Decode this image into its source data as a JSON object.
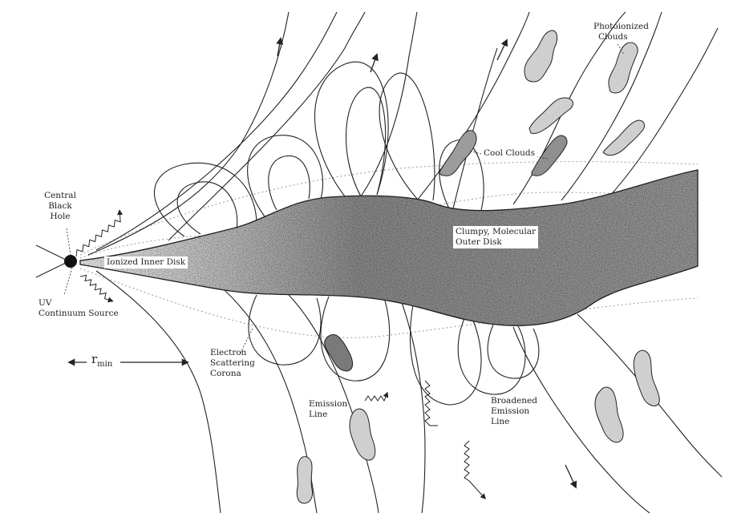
{
  "labels": {
    "central_black_hole": [
      "Central",
      "Black",
      "Hole"
    ],
    "uv_source": [
      "UV",
      "Continuum Source"
    ],
    "ionized_inner_disk": "Ionized Inner Disk",
    "clumpy_outer_disk": [
      "Clumpy, Molecular",
      "Outer Disk"
    ],
    "cool_clouds": "Cool Clouds",
    "photoionized_clouds": [
      "Photoionized",
      "Clouds"
    ],
    "electron_corona": [
      "Electron",
      "Scattering",
      "Corona"
    ],
    "emission_line": [
      "Emission",
      "Line"
    ],
    "broadened_emission_line": [
      "Broadened",
      "Emission",
      "Line"
    ],
    "r_min": "r",
    "r_min_sub": "min"
  },
  "colors": {
    "ink": "#222222",
    "disk_fill": "#9a9a9a",
    "cloud_fill": "#cfcfcf",
    "corona": "#9a9a9a"
  }
}
